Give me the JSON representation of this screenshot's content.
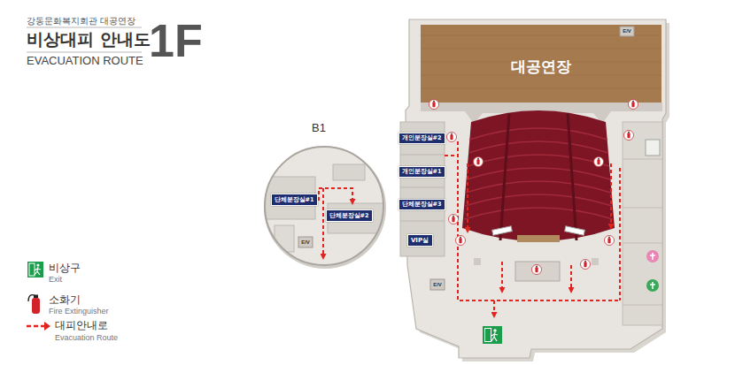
{
  "diagram": {
    "title": "비상대피 안내도",
    "nodes": [
      {
        "text": [
          "대공연장"
        ]
      },
      {
        "text": [
          "B1"
        ]
      },
      {
        "text": [
          "단체분장실#1"
        ],
        "in": 1
      },
      {
        "text": [
          "단체분장실#2"
        ],
        "in": 1
      },
      {
        "text": [
          "개인분장실#2"
        ]
      },
      {
        "text": [
          "개인분장실#1"
        ]
      },
      {
        "text": [
          "단체분장실#3"
        ]
      },
      {
        "text": [
          "VIP실"
        ]
      }
    ],
    "labels": [
      "강동문화복지회관 대공연장",
      "EVACUATION ROUTE",
      "1F",
      "E/V",
      "E/V",
      "E/V",
      "Exit",
      "Fire Extinguisher",
      "Evacuation Route"
    ],
    "legend": [
      {
        "text": "비상구"
      },
      {
        "text": "소화기"
      },
      {
        "text": "대피안내로"
      }
    ]
  }
}
